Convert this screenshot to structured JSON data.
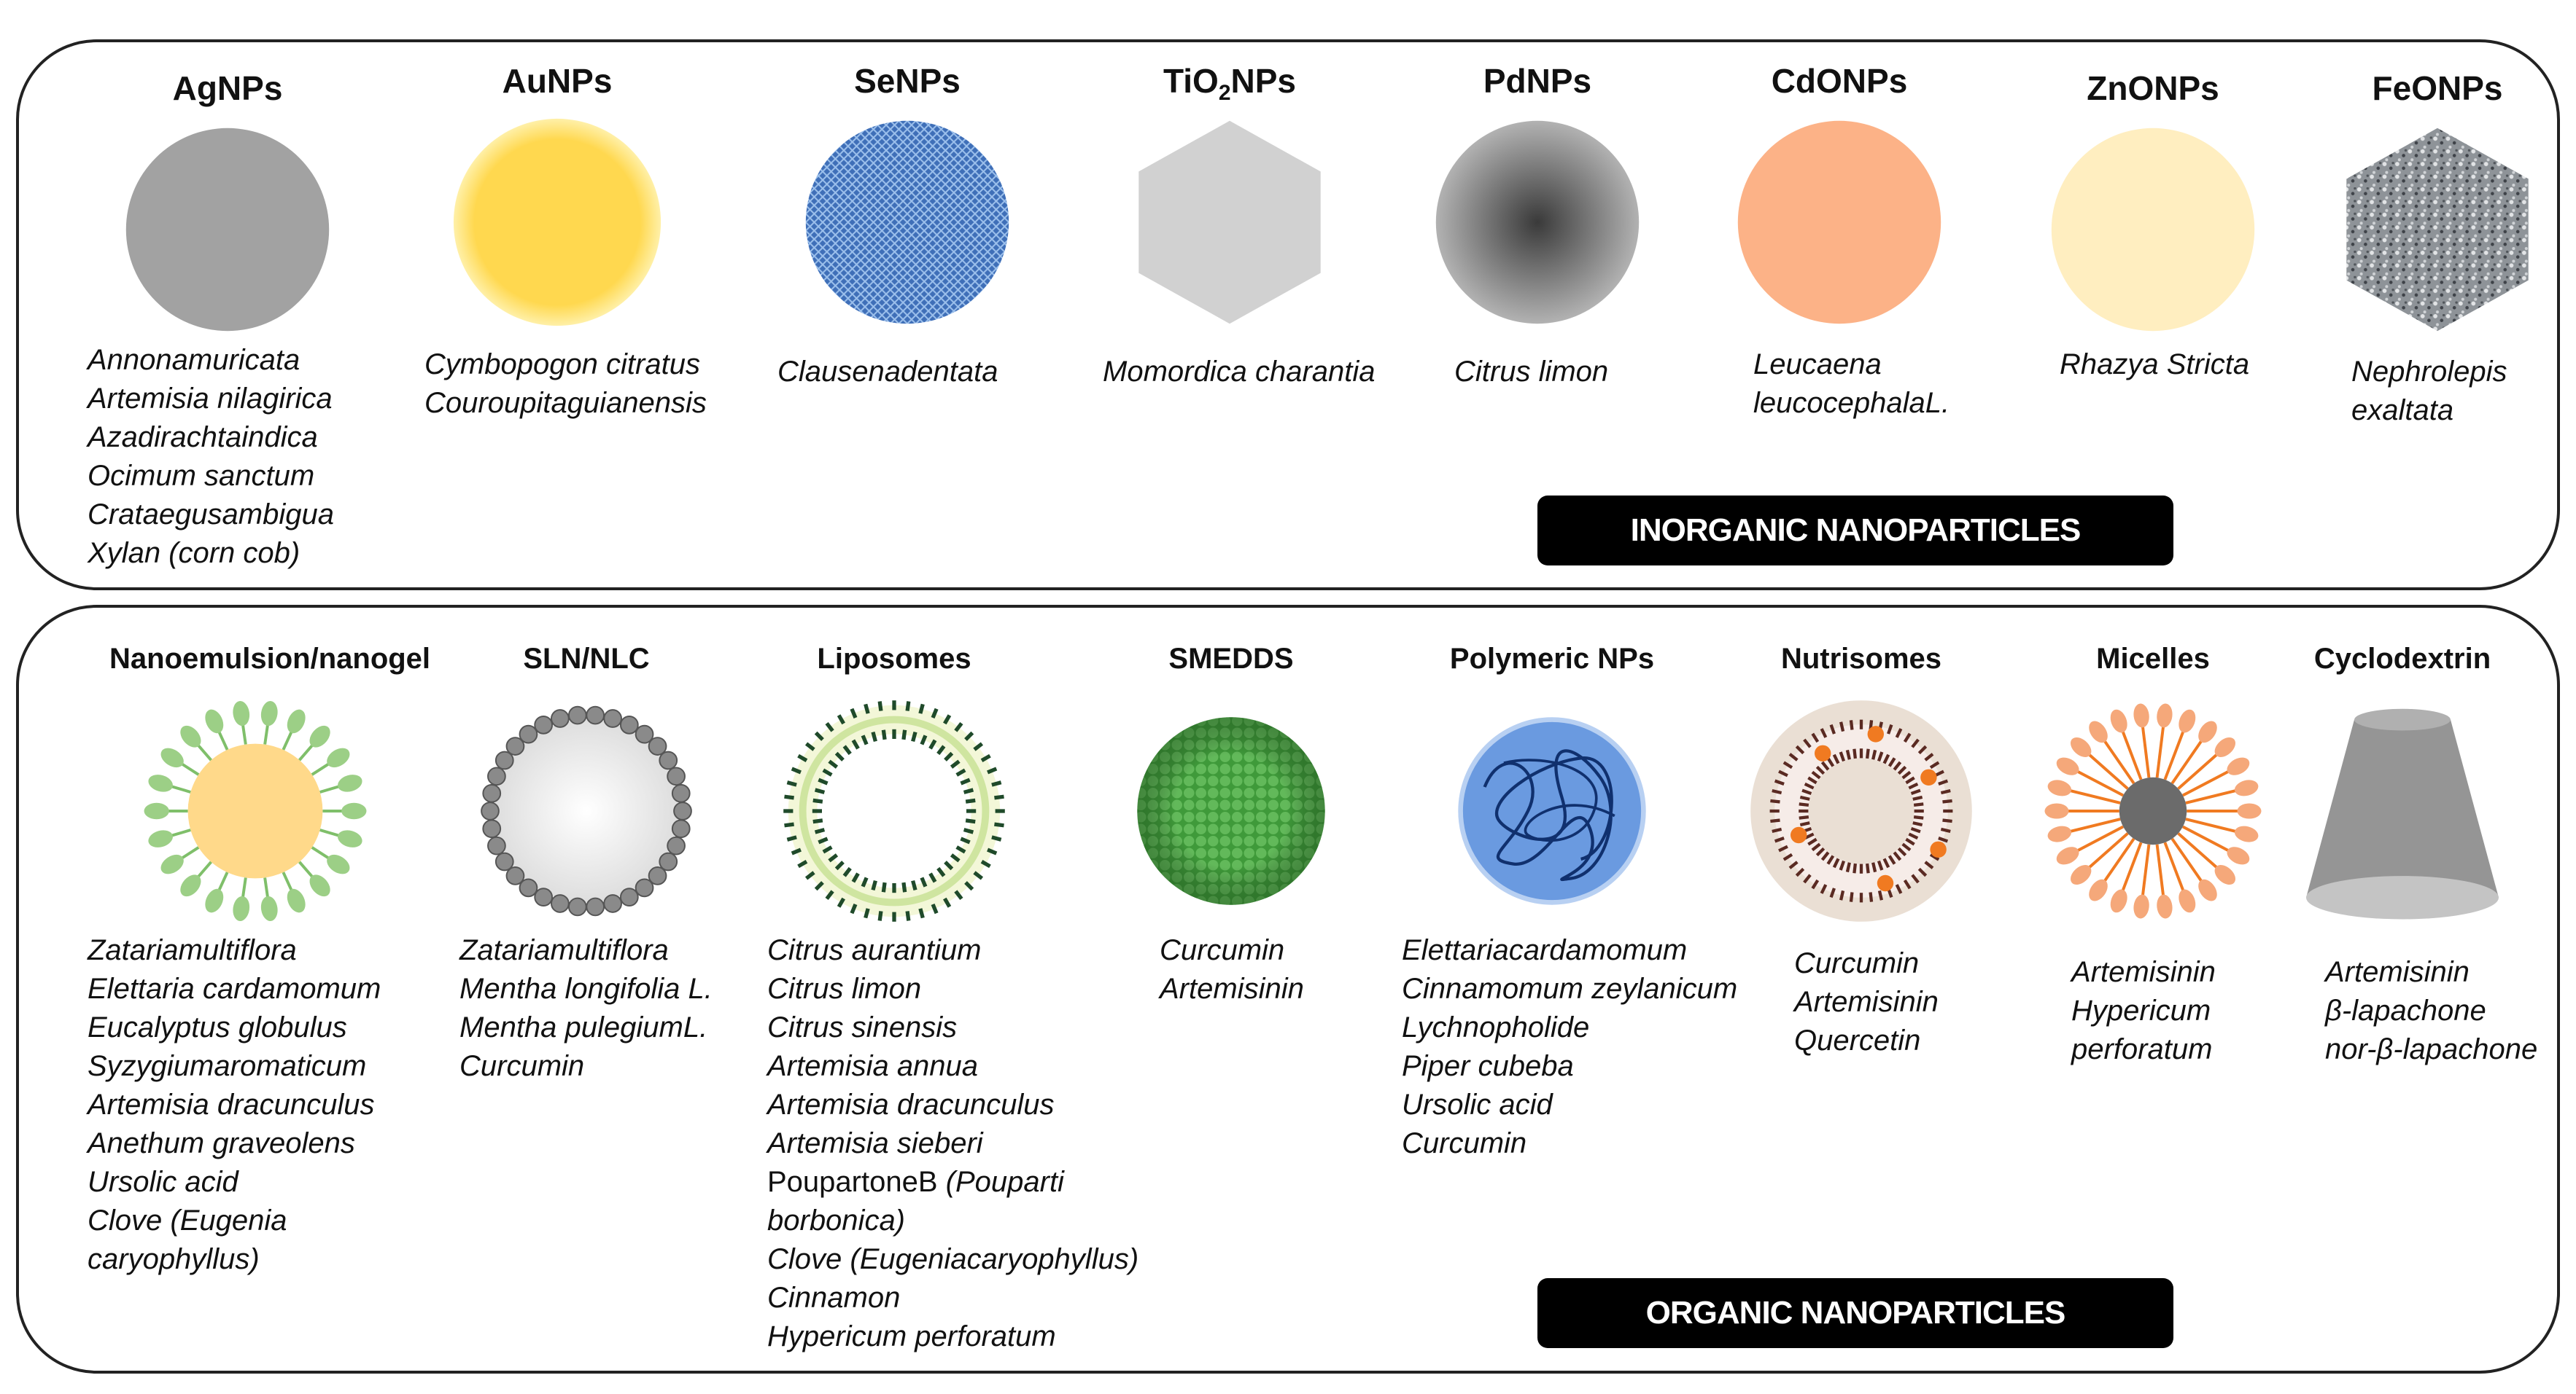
{
  "inorganic": {
    "label": "INORGANIC NANOPARTICLES",
    "items": [
      {
        "title": "AgNPs",
        "sources": [
          "Annonamuricata",
          "Artemisia nilagirica",
          "Azadirachtaindica",
          "Ocimum sanctum",
          "Crataegusambigua",
          "Xylan (corn cob)"
        ],
        "icon": "grey-sphere",
        "color": "#a2a2a2"
      },
      {
        "title": "AuNPs",
        "sources": [
          "Cymbopogon citratus",
          "Couroupitaguianensis"
        ],
        "icon": "gold-sphere",
        "color": "#ffd84f"
      },
      {
        "title": "SeNPs",
        "sources": [
          "Clausenadentata"
        ],
        "icon": "blue-textured-sphere",
        "color": "#3f6fb8"
      },
      {
        "title": "TiO",
        "title_sub": "2",
        "title_after": "NPs",
        "sources": [
          "Momordica charantia"
        ],
        "icon": "grey-hexagon",
        "color": "#d1d1d1"
      },
      {
        "title": "PdNPs",
        "sources": [
          "Citrus limon"
        ],
        "icon": "radial-grey-sphere",
        "color": "#4a4a4a"
      },
      {
        "title": "CdONPs",
        "sources": [
          "Leucaena",
          "leucocephalaL."
        ],
        "icon": "orange-sphere",
        "color": "#fcb287"
      },
      {
        "title": "ZnONPs",
        "sources": [
          "Rhazya Stricta"
        ],
        "icon": "cream-sphere",
        "color": "#ffeec0"
      },
      {
        "title": "FeONPs",
        "sources": [
          "Nephrolepis",
          "exaltata"
        ],
        "icon": "speckled-hexagon",
        "color": "#7a7f84"
      }
    ]
  },
  "organic": {
    "label": "ORGANIC NANOPARTICLES",
    "items": [
      {
        "title": "Nanoemulsion/nanogel",
        "sources": [
          "Zatariamultiflora",
          "Elettaria cardamomum",
          "Eucalyptus globulus",
          "Syzygiumaromaticum",
          "Artemisia dracunculus",
          "Anethum graveolens",
          "Ursolic acid",
          "Clove (Eugenia",
          "caryophyllus)"
        ],
        "icon": "nanoemulsion-droplet",
        "color": "#ffd98a"
      },
      {
        "title": "SLN/NLC",
        "sources": [
          "Zatariamultiflora",
          "Mentha longifolia L.",
          "Mentha pulegiumL.",
          "Curcumin"
        ],
        "icon": "lipid-shell",
        "color": "#8a8a8a"
      },
      {
        "title": "Liposomes",
        "sources": [
          "Citrus aurantium",
          "Citrus limon",
          "Citrus sinensis",
          "Artemisia annua",
          "Artemisia dracunculus",
          "Artemisia sieberi",
          "PoupartoneB",
          "(Pouparti",
          "borbonica)",
          "Clove (Eugeniacaryophyllus)",
          "Cinnamon",
          "Hypericum perforatum"
        ],
        "icon": "liposome-bilayer",
        "color": "#1f4a2a"
      },
      {
        "title": "SMEDDS",
        "sources": [
          "Curcumin",
          "Artemisinin"
        ],
        "icon": "green-globule-sphere",
        "color": "#4faa45"
      },
      {
        "title": "Polymeric NPs",
        "sources": [
          "Elettariacardamomum",
          "Cinnamomum zeylanicum",
          "Lychnopholide",
          "Piper cubeba",
          "Ursolic acid",
          "Curcumin"
        ],
        "icon": "polymer-sphere",
        "color": "#4f86d9"
      },
      {
        "title": "Nutrisomes",
        "sources": [
          "Curcumin",
          "Artemisinin",
          "Quercetin"
        ],
        "icon": "nutrisome",
        "color": "#f07a21"
      },
      {
        "title": "Micelles",
        "sources": [
          "Artemisinin",
          "Hypericum",
          "perforatum"
        ],
        "icon": "micelle",
        "color": "#f5a87a"
      },
      {
        "title": "Cyclodextrin",
        "sources": [
          "Artemisinin",
          "β-lapachone",
          "nor-β-lapachone"
        ],
        "icon": "truncated-cone",
        "color": "#8c8c8c"
      }
    ]
  }
}
